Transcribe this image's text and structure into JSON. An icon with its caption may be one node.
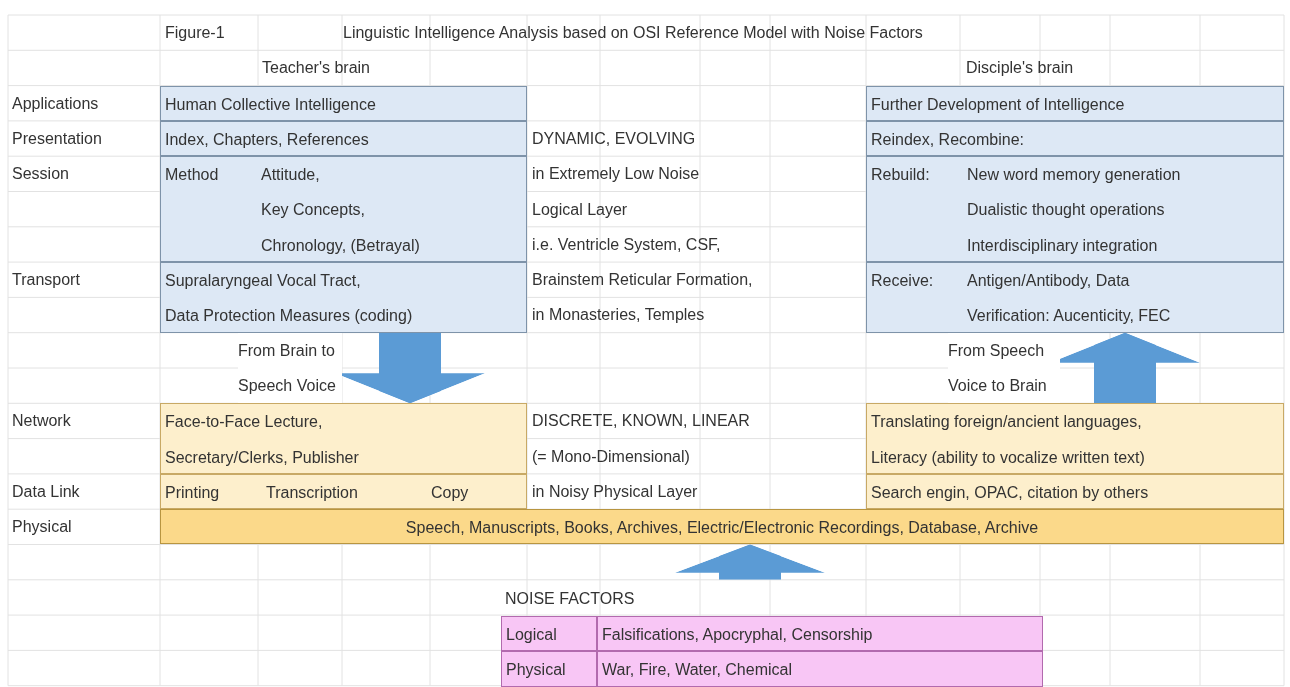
{
  "diagram": {
    "title": "Linguistic Intelligence Analysis based on OSI Reference Model with Noise Factors",
    "nodes": [
      {
        "text": [
          "Human Collective Intelligence"
        ]
      },
      {
        "text": [
          "Index, Chapters, References"
        ]
      },
      {
        "text": [
          "Method",
          "Attitude,",
          "Key Concepts,",
          "Chronology, (Betrayal)"
        ]
      },
      {
        "text": [
          "Supralaryngeal Vocal Tract,",
          "Data Protection Measures (coding)"
        ]
      },
      {
        "text": [
          "Further Development of Intelligence"
        ]
      },
      {
        "text": [
          "Reindex, Recombine:"
        ]
      },
      {
        "text": [
          "Rebuild:",
          "New word memory generation",
          "Dualistic thought operations",
          "Interdisciplinary integration"
        ]
      },
      {
        "text": [
          "Receive:",
          "Antigen/Antibody, Data",
          "Verification: Aucenticity, FEC"
        ]
      },
      {
        "text": [
          "Face-to-Face Lecture,",
          "Secretary/Clerks, Publisher"
        ]
      },
      {
        "text": [
          "Printing",
          "Transcription",
          "Copy"
        ]
      },
      {
        "text": [
          "Translating foreign/ancient languages,",
          "Literacy (ability to vocalize written text)"
        ]
      },
      {
        "text": [
          "Search engin, OPAC, citation by others"
        ]
      },
      {
        "text": [
          "Speech, Manuscripts, Books, Archives, Electric/Electronic Recordings, Database, Archive"
        ]
      },
      {
        "text": [
          "NOISE FACTORS"
        ]
      },
      {
        "text": [
          "Logical"
        ],
        "in": 13
      },
      {
        "text": [
          "Falsifications, Apocryphal, Censorship"
        ],
        "in": 13
      },
      {
        "text": [
          "Physical"
        ],
        "in": 13
      },
      {
        "text": [
          "War, Fire, Water, Chemical"
        ],
        "in": 13
      }
    ],
    "edges": [
      {
        "from": 3,
        "to": 8,
        "arrow": "to",
        "label": "From Brain to Speech Voice"
      },
      {
        "from": 10,
        "to": 7,
        "arrow": "to",
        "label": "From Speech Voice to Brain"
      },
      {
        "from": 13,
        "to": 12,
        "arrow": "to"
      }
    ],
    "labels": [
      "Figure-1",
      "Teacher's brain",
      "Disciple's brain",
      "Applications",
      "Presentation",
      "DYNAMIC, EVOLVING",
      "Session",
      "in Extremely Low Noise",
      "Logical Layer",
      "i.e. Ventricle System, CSF,",
      "Transport",
      "Brainstem Reticular Formation,",
      "in Monasteries, Temples",
      "Network",
      "DISCRETE, KNOWN, LINEAR",
      "(= Mono-Dimensional)",
      "Data Link",
      "in Noisy Physical Layer",
      "Physical"
    ]
  }
}
